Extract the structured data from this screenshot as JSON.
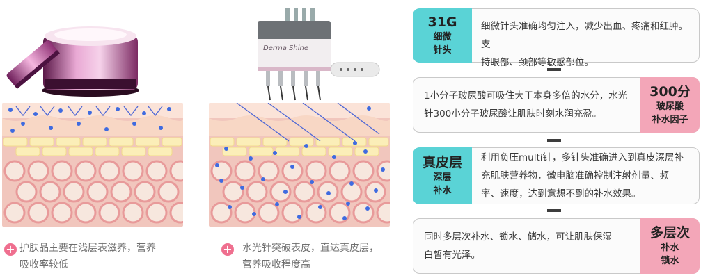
{
  "left": {
    "caption1": [
      "护肤品主要在浅层表滋养，营养",
      "吸收率较低"
    ],
    "caption2": [
      "水光针突破表皮，直达真皮层，",
      "营养吸收程度高"
    ],
    "device_logo": "Derma Shine"
  },
  "cards": [
    {
      "tag_big": "31G",
      "tag_small": [
        "细微",
        "针头"
      ],
      "tag_color": "teal",
      "lines": [
        "细微针头准确均匀注入，减少出血、疼痛和红肿。支",
        "持眼部、颈部等敏感部位。"
      ]
    },
    {
      "tag_big": "300分",
      "tag_small": [
        "玻尿酸",
        "补水因子"
      ],
      "tag_color": "pink",
      "lines": [
        "1小分子玻尿酸可吸住大于本身多倍的水分，水光",
        "针300小分子玻尿酸让肌肤时刻水润充盈。"
      ]
    },
    {
      "tag_big": "真皮层",
      "tag_small": [
        "深层",
        "补水"
      ],
      "tag_color": "teal",
      "lines": [
        "利用负压multi针，多针头准确进入到真皮深层补",
        "充肌肤营养物，微电脑准确控制注射剂量、频",
        "率、速度，达到意想不到的补水效果。"
      ]
    },
    {
      "tag_big": "多层次",
      "tag_small": [
        "补水",
        "锁水"
      ],
      "tag_color": "pink",
      "lines": [
        "同时多层次补水、锁水、储水，可让肌肤保湿",
        "白皙有光泽。"
      ]
    }
  ],
  "colors": {
    "teal": "#5ad3d6",
    "pink": "#f3a6b8",
    "accent": "#ef6f8f"
  }
}
